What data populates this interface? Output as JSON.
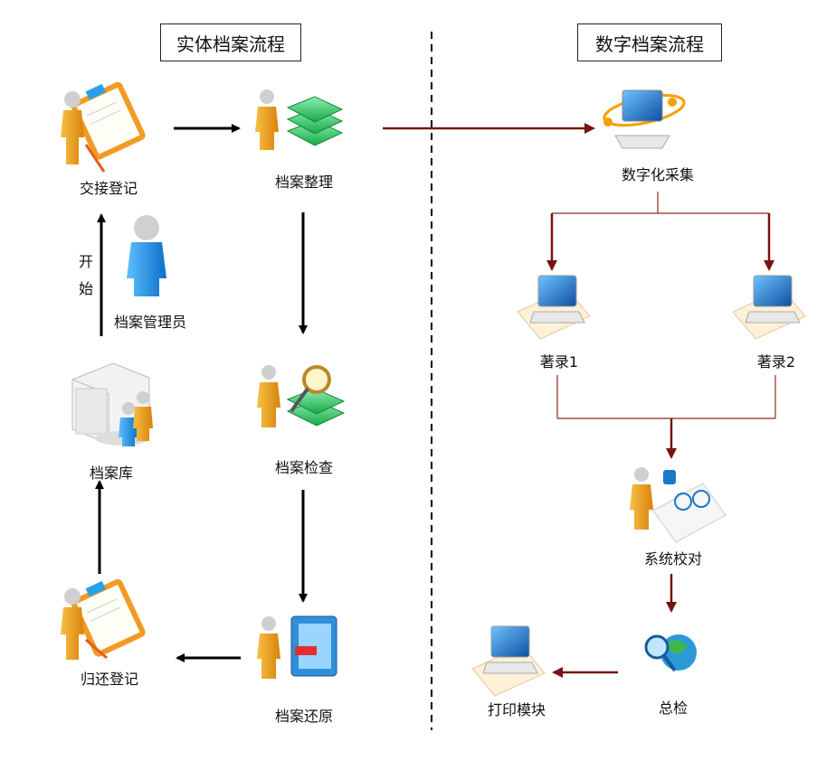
{
  "left_section": {
    "title": "实体档案流程"
  },
  "right_section": {
    "title": "数字档案流程"
  },
  "physical_nodes": {
    "handover": "交接登记",
    "sorting": "档案整理",
    "manager": "档案管理员",
    "archive": "档案库",
    "inspect": "档案检查",
    "return": "归还登记",
    "restore": "档案还原"
  },
  "start_label": "开始",
  "digital_nodes": {
    "capture": "数字化采集",
    "catalog1": "著录1",
    "catalog2": "著录2",
    "proofread": "系统校对",
    "final_check": "总检",
    "print": "打印模块"
  },
  "colors": {
    "black_arrow": "#000000",
    "red_arrow": "#7a1212",
    "red_line": "#8b2a1c",
    "person_body": "#f0a020",
    "person_head": "#c8c8c8",
    "manager_body": "#1e8fe0",
    "book_green": "#3ccf6a",
    "screen_blue": "#1f78d0"
  }
}
